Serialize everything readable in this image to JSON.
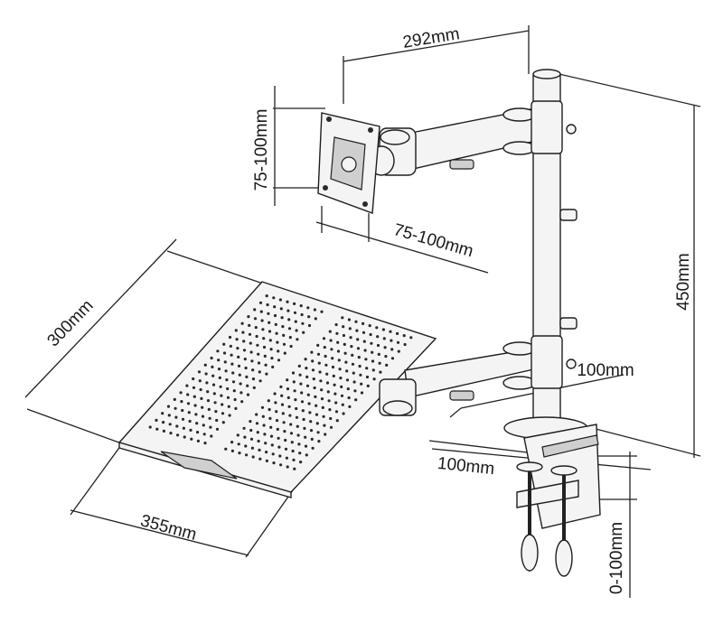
{
  "dimensions": {
    "arm_reach": "292mm",
    "vesa_vertical": "75-100mm",
    "vesa_horizontal": "75-100mm",
    "pole_height": "450mm",
    "tray_depth": "300mm",
    "tray_width": "355mm",
    "clamp_plate_a": "100mm",
    "clamp_plate_b": "100mm",
    "desk_thickness": "0-100mm"
  },
  "colors": {
    "line": "#1e1e1e",
    "fill": "#f4f4f4",
    "background": "#ffffff"
  }
}
